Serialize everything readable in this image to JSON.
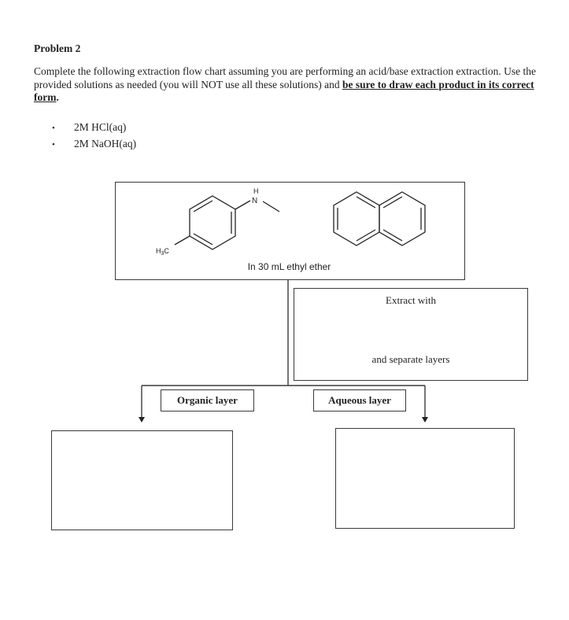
{
  "problem": {
    "title": "Problem 2",
    "intro": "Complete the following extraction flow chart assuming you are performing an acid/base extraction extraction. Use the provided solutions as needed (you will NOT use all these solutions) and ",
    "emphasis": "be sure to draw each product in its correct form",
    "period": "."
  },
  "solutions": [
    {
      "bullet": "•",
      "label": "2M HCl(aq)"
    },
    {
      "bullet": "•",
      "label": "2M NaOH(aq)"
    }
  ],
  "flowchart": {
    "mixture": {
      "compounds": [
        "N-methyl-p-toluidine",
        "naphthalene"
      ],
      "atom_labels": {
        "ch3": "H",
        "ch3_sub": "3",
        "ch3_c": "C",
        "amine_h": "H",
        "amine_n": "N"
      },
      "solvent": "In 30 mL ethyl ether"
    },
    "extract": {
      "line1": "Extract with",
      "line2": "and separate layers"
    },
    "organic_label": "Organic layer",
    "aqueous_label": "Aqueous layer"
  },
  "colors": {
    "line": "#3a3a3a",
    "text": "#222222"
  }
}
